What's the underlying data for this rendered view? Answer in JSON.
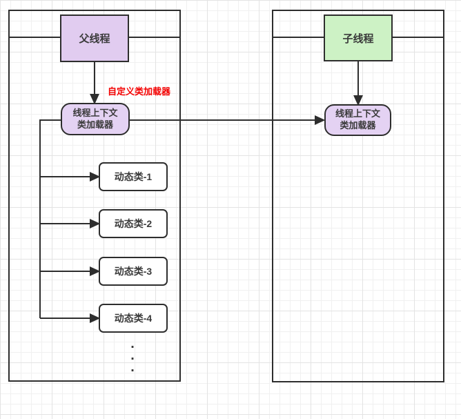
{
  "colors": {
    "purple_fill": "#e1ccf0",
    "green_fill": "#cdf2c5",
    "white_fill": "#ffffff",
    "stroke": "#2d2d2d",
    "red_annotation": "#f30000",
    "grid_line": "#ececec"
  },
  "diagram": {
    "parent_pool": {
      "thread_label": "父线程",
      "loader_label": "线程上下文\n类加载器",
      "custom_loader_annotation": "自定义类加载器",
      "dynamic_classes": [
        "动态类-1",
        "动态类-2",
        "动态类-3",
        "动态类-4"
      ],
      "ellipsis_dots": [
        ".",
        ".",
        "."
      ]
    },
    "child_pool": {
      "thread_label": "子线程",
      "loader_label": "线程上下文\n类加载器"
    }
  }
}
